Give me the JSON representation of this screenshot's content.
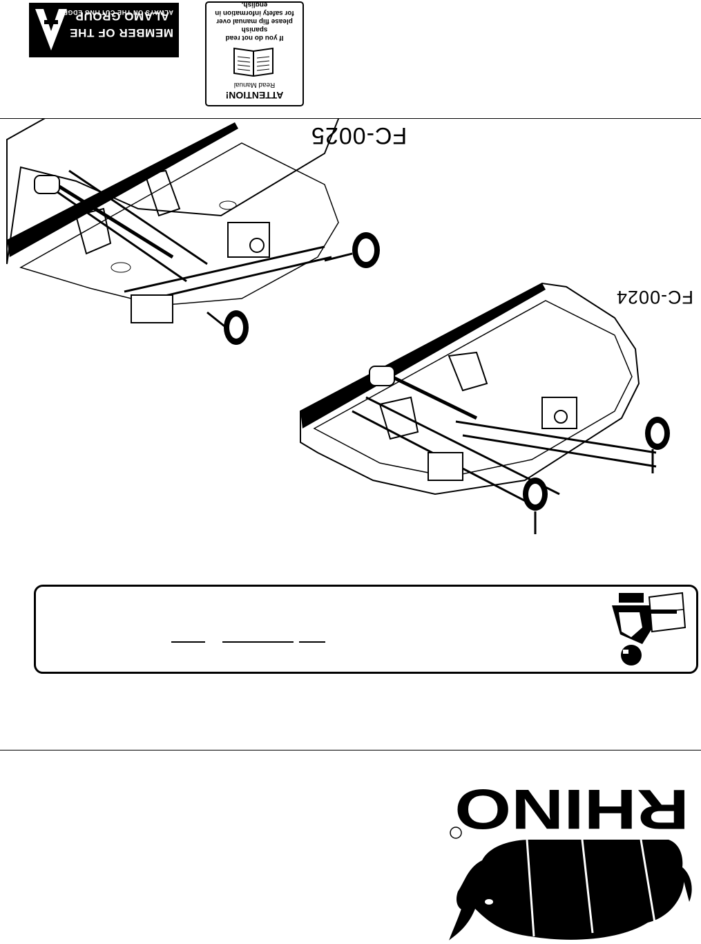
{
  "header": {
    "alamo_badge": {
      "line1": "ALWAYS ON THE CUTTING EDGE",
      "line2": "MEMBER OF THE",
      "line3": "ALAMO GROUP",
      "icon": "alamo-a-logo-icon"
    },
    "attention_label": {
      "title": "ATTENTION!",
      "subtitle": "Read Manual",
      "body_lines": [
        "If you do not read",
        "spanish",
        "please flip manual over",
        "for safety information in",
        "english."
      ],
      "icon": "open-book-icon"
    }
  },
  "illustrations": {
    "mower_top": {
      "code": "FC-0025"
    },
    "mower_bottom": {
      "code": "FC-0024"
    }
  },
  "warning_box": {
    "icon": "operator-reading-manual-icon",
    "blank_fields": 3
  },
  "footer": {
    "brand_logo": "rhino-logo",
    "brand_text": "RHINO"
  },
  "colors": {
    "ink": "#000000",
    "paper": "#ffffff"
  }
}
